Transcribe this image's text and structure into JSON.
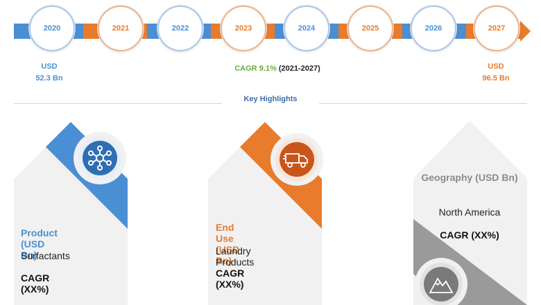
{
  "timeline": {
    "years": [
      "2020",
      "2021",
      "2022",
      "2023",
      "2024",
      "2025",
      "2026",
      "2027"
    ],
    "start": {
      "label": "USD",
      "value": "52.3 Bn"
    },
    "end": {
      "label": "USD",
      "value": "96.5 Bn"
    },
    "cagr_value": "CAGR 9.1%",
    "cagr_period": " (2021-2027)"
  },
  "key_highlights": "Key Highlights",
  "cards": [
    {
      "title": "Product (USD Bn)",
      "item": "Surfactants",
      "cagr": "CAGR (XX%)",
      "icon": "network-icon"
    },
    {
      "title": "End Use (USD Bn)",
      "item": "Laundry Products",
      "cagr": "CAGR (XX%)",
      "icon": "delivery-truck-icon"
    },
    {
      "title": "Geography (USD Bn)",
      "item": "North America",
      "cagr": "CAGR (XX%)",
      "icon": "mountain-icon"
    }
  ],
  "colors": {
    "blue": "#4a8fd4",
    "orange": "#e87b2c",
    "gray": "#8a8a8a",
    "green": "#6aaa3a"
  }
}
